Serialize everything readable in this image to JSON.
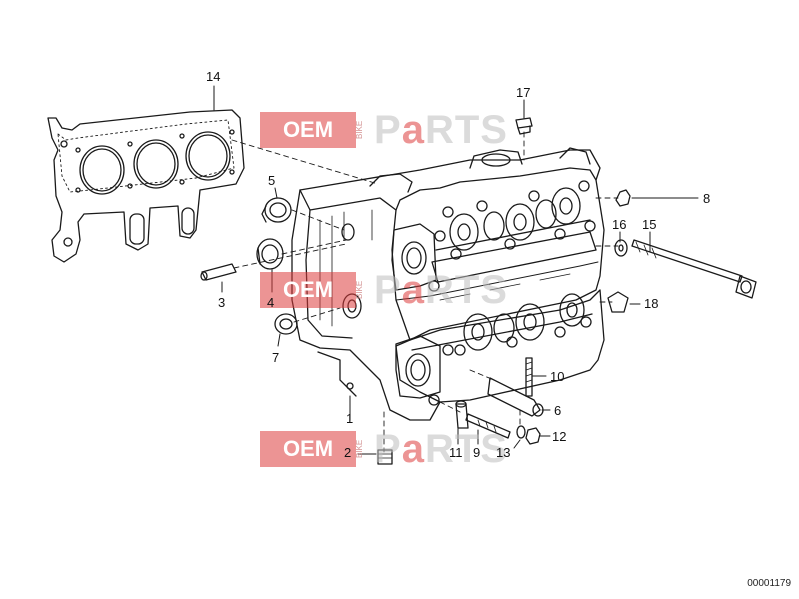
{
  "diagram": {
    "document_number": "00001179",
    "callouts": [
      "14",
      "17",
      "5",
      "8",
      "16",
      "15",
      "3",
      "4",
      "18",
      "7",
      "10",
      "6",
      "1",
      "12",
      "2",
      "11",
      "9",
      "13"
    ]
  },
  "watermark": {
    "brand_left": "OEM",
    "brand_vertical": "BIKE",
    "brand_right_1": "P",
    "brand_right_a": "a",
    "brand_right_2": "RTS"
  },
  "colors": {
    "line": "#1a1a1a",
    "watermark_red": "#dc3c3c",
    "watermark_gray": "#bebebe"
  }
}
